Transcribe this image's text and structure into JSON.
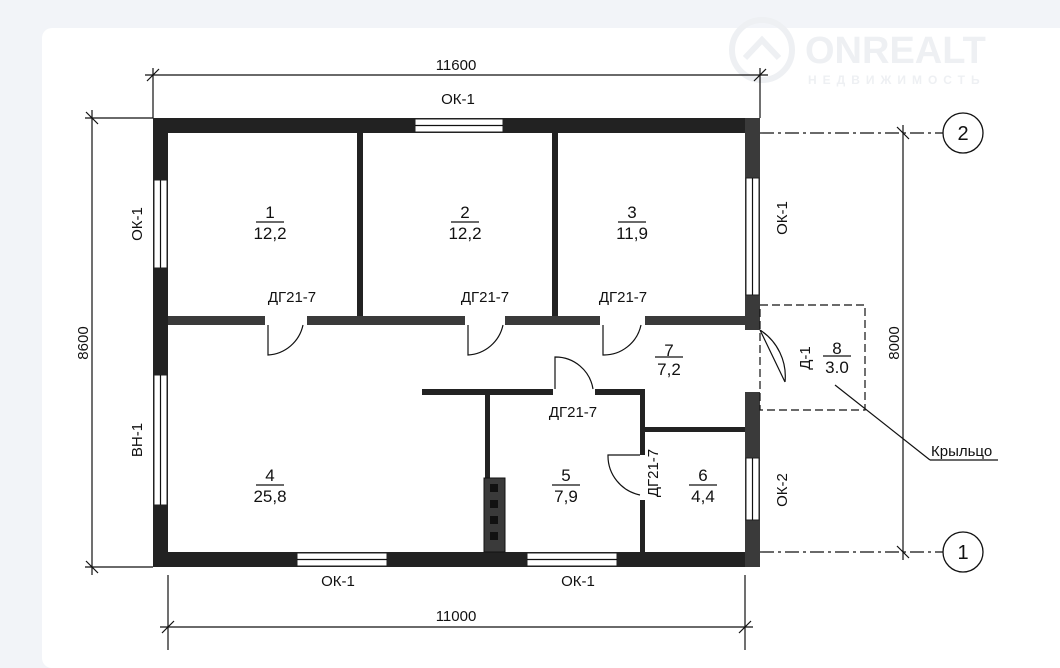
{
  "logo": {
    "name": "ONREALT",
    "tagline": "НЕДВИЖИМОСТЬ"
  },
  "dimensions": {
    "top": "11600",
    "bottom": "11000",
    "left": "8600",
    "right": "8000"
  },
  "axes": {
    "top": "2",
    "bottom": "1"
  },
  "windows": {
    "top": "ОК-1",
    "left_upper": "ОК-1",
    "left_lower": "ВН-1",
    "right_upper": "ОК-1",
    "right_lower": "ОК-2",
    "bottom_left": "ОК-1",
    "bottom_right": "ОК-1"
  },
  "doors": {
    "d1": "ДГ21-7",
    "d2": "ДГ21-7",
    "d3": "ДГ21-7",
    "d4": "ДГ21-7",
    "d5": "ДГ21-7",
    "entry": "Д-1"
  },
  "rooms": [
    {
      "number": "1",
      "area": "12,2"
    },
    {
      "number": "2",
      "area": "12,2"
    },
    {
      "number": "3",
      "area": "11,9"
    },
    {
      "number": "4",
      "area": "25,8"
    },
    {
      "number": "5",
      "area": "7,9"
    },
    {
      "number": "6",
      "area": "4,4"
    },
    {
      "number": "7",
      "area": "7,2"
    },
    {
      "number": "8",
      "area": "3.0"
    }
  ],
  "porch_label": "Крыльцо"
}
